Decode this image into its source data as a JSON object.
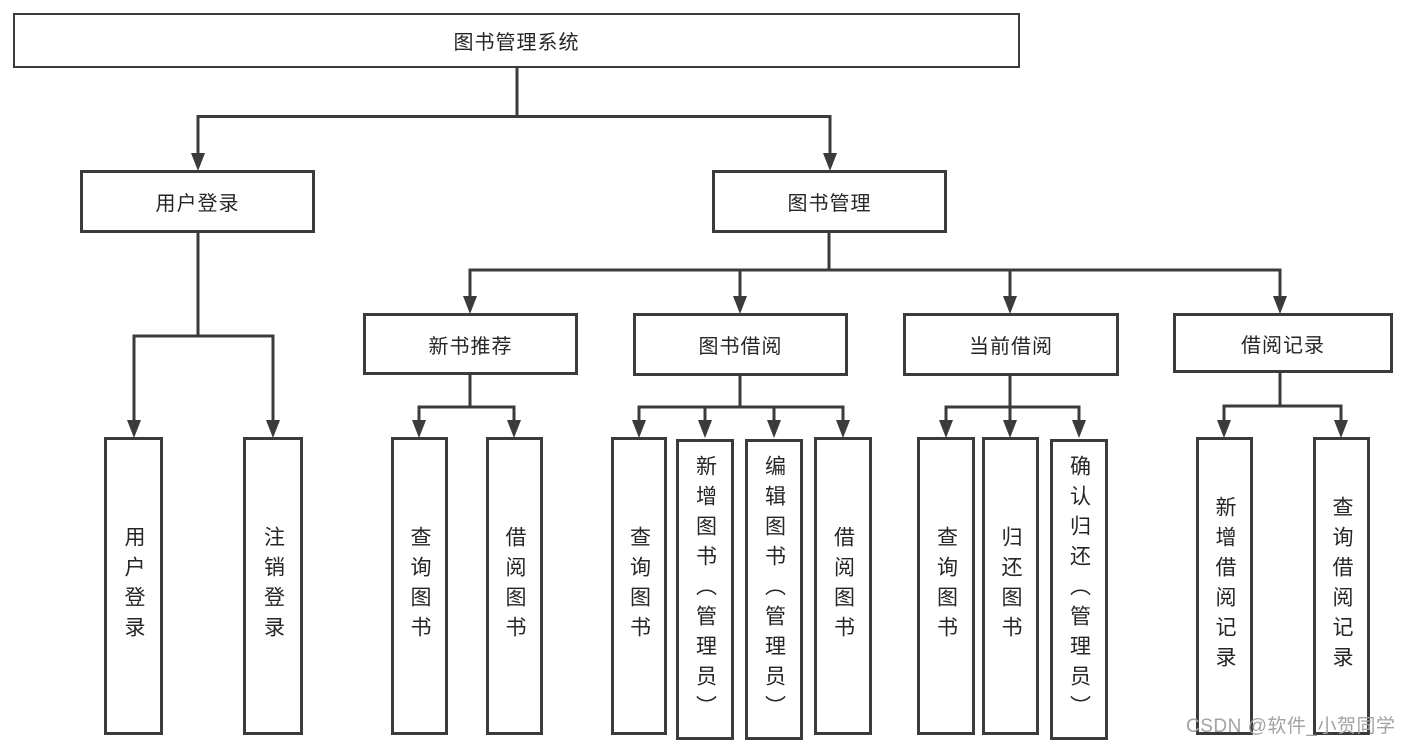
{
  "diagram": {
    "title": "图书管理系统",
    "level2": {
      "user_login": "用户登录",
      "book_management": "图书管理"
    },
    "level3": {
      "new_book_recommend": "新书推荐",
      "book_borrow": "图书借阅",
      "current_borrow": "当前借阅",
      "borrow_record": "借阅记录"
    },
    "leaves": {
      "user_login": [
        "用户登录",
        "注销登录"
      ],
      "new_book_recommend": [
        "查询图书",
        "借阅图书"
      ],
      "book_borrow": [
        "查询图书",
        "新增图书（管理员）",
        "编辑图书（管理员）",
        "借阅图书"
      ],
      "current_borrow": [
        "查询图书",
        "归还图书",
        "确认归还（管理员）"
      ],
      "borrow_record": [
        "新增借阅记录",
        "查询借阅记录"
      ]
    },
    "watermark": "CSDN @软件_小贺同学",
    "colors": {
      "line": "#3b3b3b",
      "text": "#262626",
      "watermark": "#a3a3a3",
      "background": "#ffffff"
    }
  }
}
